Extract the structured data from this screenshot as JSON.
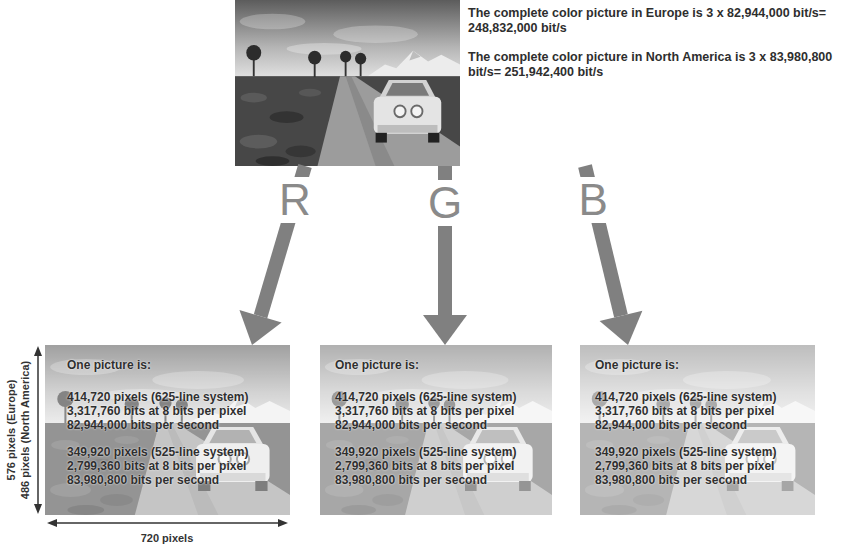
{
  "diagram": {
    "nodes": [
      {
        "text": [
          "The complete color picture in Europe is 3 x 82,944,000 bit/s= 248,832,000 bit/s",
          "The complete color picture in North America is 3 x 83,980,800 bit/s= 251,942,400 bit/s"
        ]
      },
      {
        "text": [
          "One picture is:",
          "414,720 pixels (625-line system)",
          "3,317,760 bits at 8 bits per pixel",
          "82,944,000 bits per second",
          "349,920 pixels (525-line system)",
          "2,799,360 bits at 8 bits per pixel",
          "83,980,800 bits per second"
        ]
      },
      {
        "text": [
          "One picture is:",
          "414,720 pixels (625-line system)",
          "3,317,760 bits at 8 bits per pixel",
          "82,944,000 bits per second",
          "349,920 pixels (525-line system)",
          "2,799,360 bits at 8 bits per pixel",
          "83,980,800 bits per second"
        ]
      },
      {
        "text": [
          "One picture is:",
          "414,720 pixels (625-line system)",
          "3,317,760 bits at 8 bits per pixel",
          "82,944,000 bits per second",
          "349,920 pixels (525-line system)",
          "2,799,360 bits at 8 bits per pixel",
          "83,980,800 bits per second"
        ]
      }
    ],
    "edges": [
      {
        "from": 0,
        "to": 1,
        "label": "R",
        "arrow": "to"
      },
      {
        "from": 0,
        "to": 2,
        "label": "G",
        "arrow": "to"
      },
      {
        "from": 0,
        "to": 3,
        "label": "B",
        "arrow": "to"
      }
    ],
    "labels": [
      "576 pixels (Europe)",
      "486 pixels (North America)",
      "720 pixels"
    ]
  }
}
